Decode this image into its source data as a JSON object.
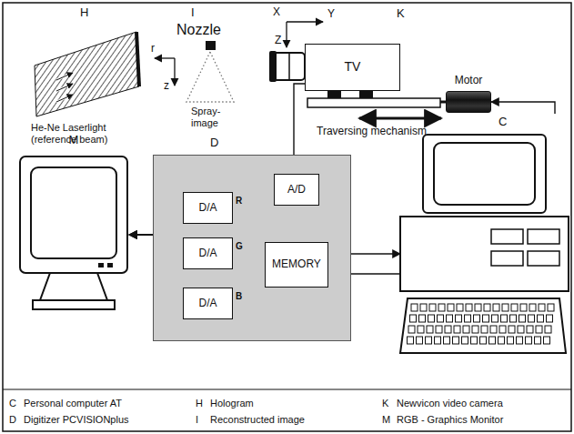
{
  "diagram": {
    "nodes": [
      {
        "text": [
          "TV"
        ]
      },
      {
        "text": [
          "Motor"
        ]
      },
      {
        "text": [
          "M"
        ]
      },
      {
        "text": [
          "D"
        ]
      },
      {
        "text": [
          "D/A"
        ],
        "in": 3
      },
      {
        "text": [
          "D/A"
        ],
        "in": 3
      },
      {
        "text": [
          "D/A"
        ],
        "in": 3
      },
      {
        "text": [
          "A/D"
        ],
        "in": 3
      },
      {
        "text": [
          "MEMORY"
        ],
        "in": 3
      },
      {
        "text": [
          "C"
        ]
      }
    ],
    "edges": [
      {
        "from": 0,
        "to": 7,
        "arrow": "to"
      },
      {
        "from": 7,
        "to": 8,
        "arrow": "to"
      },
      {
        "from": 8,
        "to": 4,
        "label": "R",
        "arrow": "to"
      },
      {
        "from": 8,
        "to": 5,
        "label": "G",
        "arrow": "to"
      },
      {
        "from": 8,
        "to": 6,
        "label": "B",
        "arrow": "to"
      },
      {
        "from": 4,
        "to": 2,
        "arrow": "to"
      },
      {
        "from": 5,
        "to": 2,
        "arrow": "to"
      },
      {
        "from": 6,
        "to": 2,
        "arrow": "to"
      },
      {
        "from": 8,
        "to": 9,
        "arrow": "to"
      },
      {
        "from": 9,
        "to": 8,
        "arrow": "to"
      },
      {
        "from": 9,
        "to": 1,
        "arrow": "to"
      }
    ],
    "labels": [
      "H",
      "He-Ne Laserlight (reference beam)",
      "I",
      "Nozzle",
      "r",
      "z",
      "Spray- image",
      "K",
      "X",
      "Y",
      "Z",
      "Traversing mechanism",
      "C",
      "Personal computer AT",
      "D",
      "Digitizer PCVISIONplus",
      "H",
      "Hologram",
      "I",
      "Reconstructed image",
      "K",
      "Newvicon video camera",
      "M",
      "RGB - Graphics Monitor"
    ]
  }
}
